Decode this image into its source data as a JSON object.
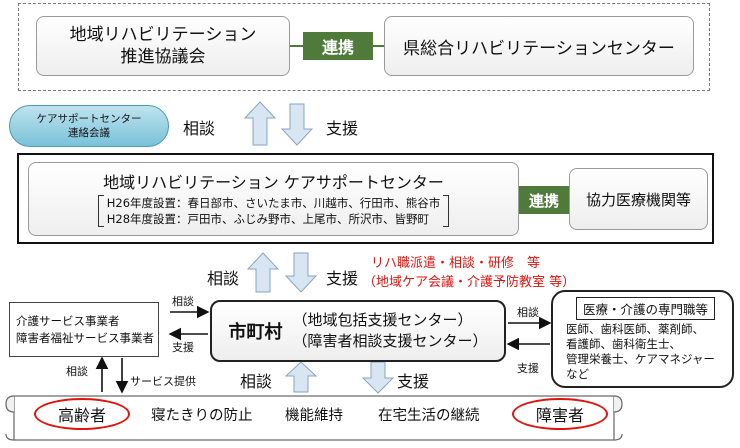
{
  "top": {
    "council": [
      "地域リハビリテーション",
      "推進協議会"
    ],
    "link_label": "連携",
    "prefecture_center": "県総合リハビリテーションセンター"
  },
  "liaison_meeting": [
    "ケアサポートセンター",
    "連絡会議"
  ],
  "upper_flow": {
    "consult": "相談",
    "support": "支援"
  },
  "care_center": {
    "title": "地域リハビリテーション ケアサポートセンター",
    "lines": [
      "H26年度設置：春日部市、さいたま市、川越市、行田市、熊谷市",
      "H28年度設置：戸田市、ふじみ野市、上尾市、所沢市、皆野町"
    ],
    "link_label": "連携",
    "partner": "協力医療機関等"
  },
  "middle_flow": {
    "consult": "相談",
    "support": "支援",
    "activities": [
      "リハ職派遣・相談・研修　等",
      "（地域ケア会議・介護予防教室 等）"
    ]
  },
  "municipality": {
    "name": "市町村",
    "lines": [
      "（地域包括支援センター）",
      "（障害者相談支援センター）"
    ]
  },
  "providers": [
    "介護サービス事業者",
    "障害者福祉サービス事業者"
  ],
  "professionals": {
    "title": "医療・介護の専門職等",
    "lines": [
      "医師、歯科医師、薬剤師、",
      "看護師、歯科衛生士、",
      "管理栄養士、ケアマネジャー",
      "など"
    ]
  },
  "side_labels": {
    "left_consult": "相談",
    "left_support": "支援",
    "right_consult": "相談",
    "right_support": "支援",
    "bottom_consult": "相談",
    "service": "サービス提供"
  },
  "lower_flow": {
    "consult": "相談",
    "support": "支援"
  },
  "scroll": {
    "elderly": "高齢者",
    "goals": [
      "寝たきりの防止",
      "機能維持",
      "在宅生活の継続"
    ],
    "disabled": "障害者"
  }
}
